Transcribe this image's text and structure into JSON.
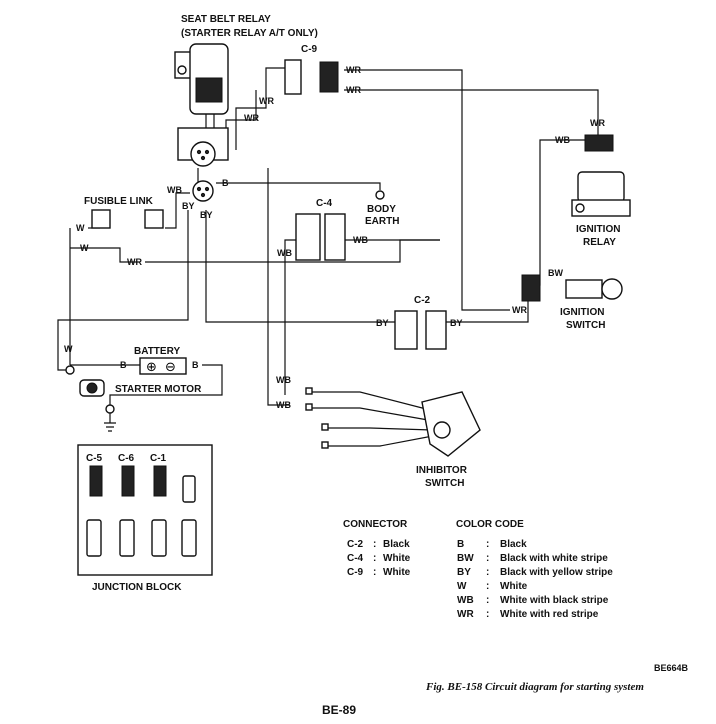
{
  "components": {
    "seat_belt_relay_1": "SEAT BELT RELAY",
    "seat_belt_relay_2": "(STARTER RELAY A/T ONLY)",
    "fusible_link": "FUSIBLE LINK",
    "body_earth_1": "BODY",
    "body_earth_2": "EARTH",
    "ignition_relay_1": "IGNITION",
    "ignition_relay_2": "RELAY",
    "ignition_switch_1": "IGNITION",
    "ignition_switch_2": "SWITCH",
    "battery": "BATTERY",
    "starter_motor": "STARTER MOTOR",
    "inhibitor_switch_1": "INHIBITOR",
    "inhibitor_switch_2": "SWITCH",
    "junction_block": "JUNCTION BLOCK"
  },
  "connectors_on_diagram": {
    "c9": "C-9",
    "c4": "C-4",
    "c2": "C-2",
    "c5": "C-5",
    "c6": "C-6",
    "c1": "C-1"
  },
  "wire_labels": {
    "wr": "WR",
    "wb": "WB",
    "w": "W",
    "b": "B",
    "by": "BY",
    "bw": "BW"
  },
  "legend": {
    "connector_title": "CONNECTOR",
    "connectors": [
      {
        "id": "C-2",
        "sep": ":",
        "color": "Black"
      },
      {
        "id": "C-4",
        "sep": ":",
        "color": "White"
      },
      {
        "id": "C-9",
        "sep": ":",
        "color": "White"
      }
    ],
    "color_code_title": "COLOR CODE",
    "color_codes": [
      {
        "code": "B",
        "sep": ":",
        "meaning": "Black"
      },
      {
        "code": "BW",
        "sep": ":",
        "meaning": "Black with white stripe"
      },
      {
        "code": "BY",
        "sep": ":",
        "meaning": "Black with yellow stripe"
      },
      {
        "code": "W",
        "sep": ":",
        "meaning": "White"
      },
      {
        "code": "WB",
        "sep": ":",
        "meaning": "White with black stripe"
      },
      {
        "code": "WR",
        "sep": ":",
        "meaning": "White with red stripe"
      }
    ]
  },
  "figure": {
    "code": "BE664B",
    "caption": "Fig. BE-158  Circuit diagram for starting system",
    "page": "BE-89"
  },
  "symbols": {
    "plus": "⊕",
    "minus": "⊖"
  }
}
